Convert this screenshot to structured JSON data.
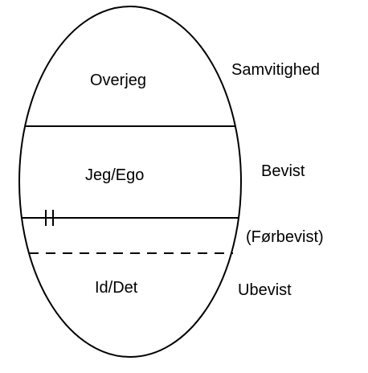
{
  "inside_labels": {
    "superego": "Overjeg",
    "ego": "Jeg/Ego",
    "id": "Id/Det"
  },
  "outside_labels": {
    "conscience": "Samvitighed",
    "conscious": "Bevist",
    "preconscious": "(Førbevist)",
    "unconscious": "Ubevist"
  },
  "colors": {
    "stroke": "#000000",
    "background": "#ffffff"
  }
}
